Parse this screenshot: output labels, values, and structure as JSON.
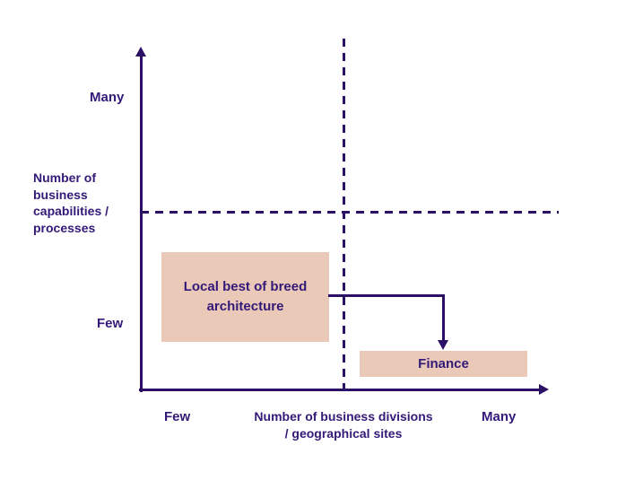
{
  "colors": {
    "line": "#2b1065",
    "text": "#331a78",
    "box_fill": "#eac9b8"
  },
  "y_axis": {
    "top_label": "Many",
    "bottom_label": "Few",
    "title": "Number of\nbusiness\ncapabilities /\nprocesses"
  },
  "x_axis": {
    "left_label": "Few",
    "right_label": "Many",
    "title": "Number of business divisions\n/ geographical sites"
  },
  "boxes": {
    "local": {
      "label": "Local best of breed architecture"
    },
    "finance": {
      "label": "Finance"
    }
  }
}
